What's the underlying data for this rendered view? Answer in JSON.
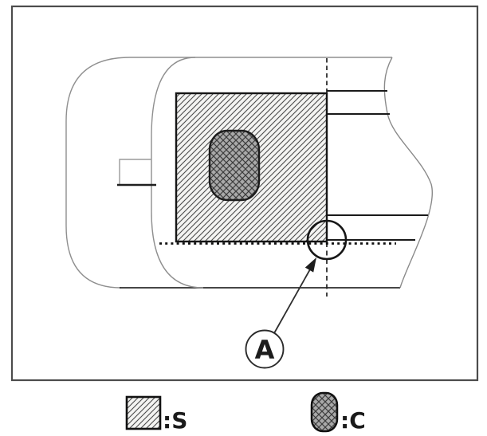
{
  "diagram": {
    "type": "technical-cross-section",
    "callout": {
      "label": "A"
    },
    "legend": {
      "s": {
        "label": ":S",
        "symbol": "hatched-square-region"
      },
      "c": {
        "label": ":C",
        "symbol": "crosshatched-pill-core"
      }
    },
    "colors": {
      "background": "#ffffff",
      "frame_border": "#4c4c4c",
      "solid_edge": "#1a1a1a",
      "thin_outline": "#8f8f8f",
      "hatch_line": "#4a4a4a",
      "pill_fill": "#a9a9a9",
      "crosshatch_line": "#3d3d3d"
    }
  }
}
